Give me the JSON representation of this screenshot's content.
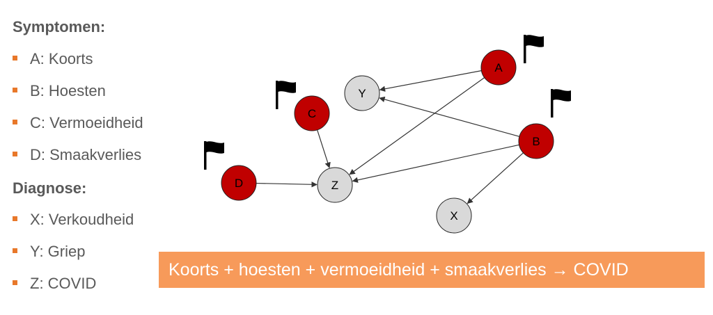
{
  "legend": {
    "symptoms_heading": "Symptomen:",
    "symptoms": [
      "A: Koorts",
      "B: Hoesten",
      "C: Vermoeidheid",
      "D: Smaakverlies"
    ],
    "diagnosis_heading": "Diagnose:",
    "diagnoses": [
      "X: Verkoudheid",
      "Y: Griep",
      "Z: COVID"
    ]
  },
  "graph": {
    "colors": {
      "symptom": "#c00000",
      "diagnosis": "#d9d9d9",
      "edge": "#333333",
      "flag": "#000000"
    },
    "nodes": [
      {
        "id": "A",
        "label": "A",
        "kind": "symptom",
        "flagged": true
      },
      {
        "id": "B",
        "label": "B",
        "kind": "symptom",
        "flagged": true
      },
      {
        "id": "C",
        "label": "C",
        "kind": "symptom",
        "flagged": true
      },
      {
        "id": "D",
        "label": "D",
        "kind": "symptom",
        "flagged": true
      },
      {
        "id": "X",
        "label": "X",
        "kind": "diagnosis",
        "flagged": false
      },
      {
        "id": "Y",
        "label": "Y",
        "kind": "diagnosis",
        "flagged": false
      },
      {
        "id": "Z",
        "label": "Z",
        "kind": "diagnosis",
        "flagged": false
      }
    ],
    "edges": [
      {
        "from": "A",
        "to": "Y"
      },
      {
        "from": "A",
        "to": "Z"
      },
      {
        "from": "B",
        "to": "Y"
      },
      {
        "from": "B",
        "to": "Z"
      },
      {
        "from": "B",
        "to": "X"
      },
      {
        "from": "C",
        "to": "Z"
      },
      {
        "from": "D",
        "to": "Z"
      }
    ]
  },
  "banner": {
    "text": "Koorts + hoesten + vermoeidheid + smaakverlies → COVID"
  }
}
